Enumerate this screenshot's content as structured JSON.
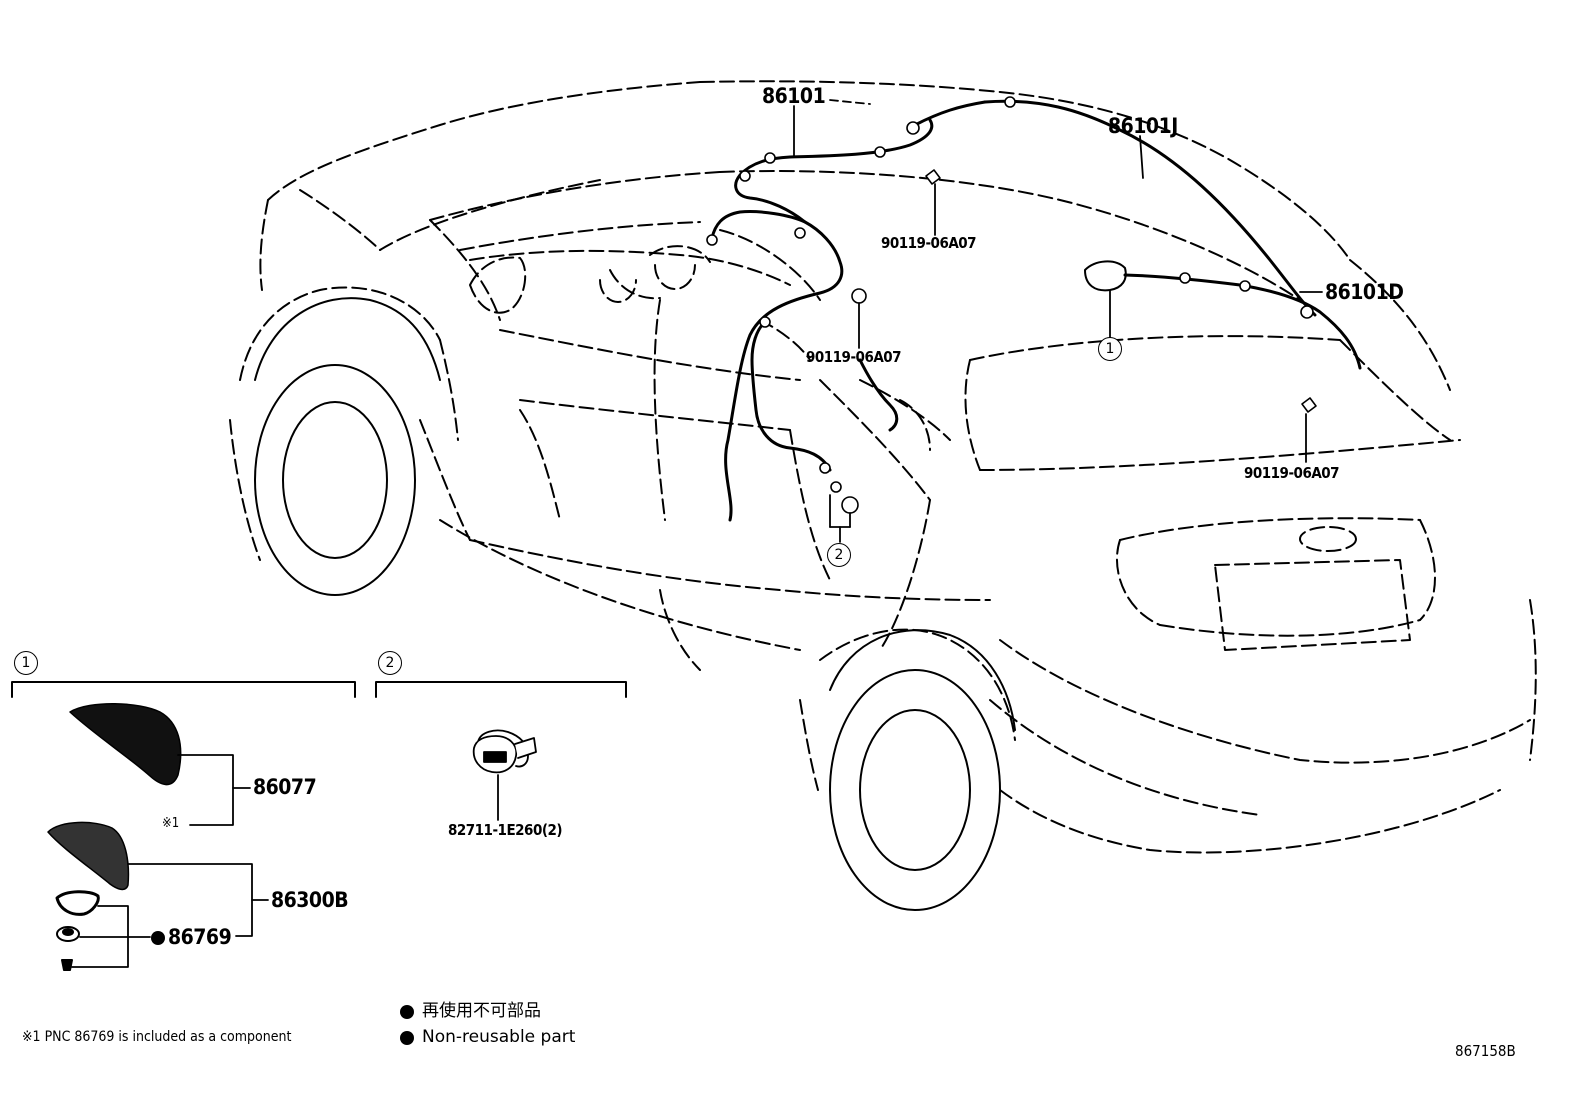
{
  "callouts": {
    "main_harness": "86101",
    "harness_j": "86101J",
    "harness_d": "86101D",
    "bolt_upper": "90119-06A07",
    "bolt_middle": "90119-06A07",
    "bolt_right": "90119-06A07"
  },
  "markers": {
    "one": "1",
    "two": "2"
  },
  "detail_1": {
    "tag": "1",
    "cover_part": "86077",
    "note_mark": "※1",
    "antenna_part": "86300B",
    "gasket_part": "86769"
  },
  "detail_2": {
    "tag": "2",
    "clamp_part": "82711-1E260(2)"
  },
  "legend": {
    "japanese": "再使用不可部品",
    "english": "Non-reusable part"
  },
  "footnote": "※1 PNC 86769 is included as a component",
  "figure_id": "867158B"
}
